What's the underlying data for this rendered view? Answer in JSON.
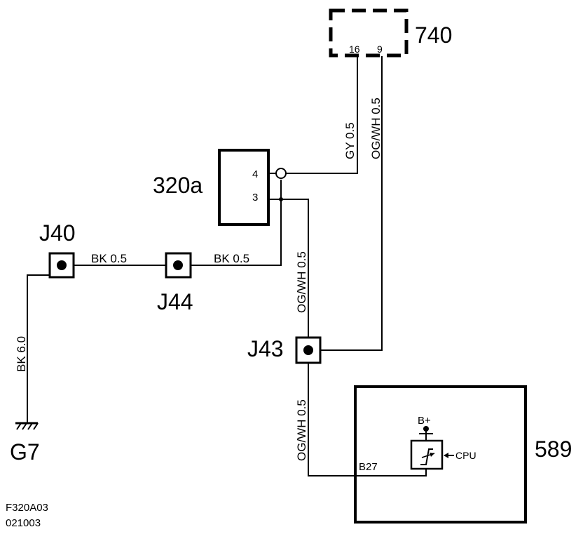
{
  "components": {
    "c740": {
      "label": "740",
      "pin16": "16",
      "pin9": "9"
    },
    "c320a": {
      "label": "320a",
      "pin4": "4",
      "pin3": "3"
    },
    "c589": {
      "label": "589",
      "bplus": "B+",
      "cpu": "CPU",
      "pin": "B27"
    }
  },
  "junctions": {
    "j40": "J40",
    "j44": "J44",
    "j43": "J43"
  },
  "ground": {
    "label": "G7"
  },
  "wires": {
    "gy": "GY  0.5",
    "og_740": "OG/WH  0.5",
    "og_upper": "OG/WH  0.5",
    "og_lower": "OG/WH  0.5",
    "bk_j40_j44": "BK   0.5",
    "bk_j44_320a": "BK   0.5",
    "bk_ground": "BK  6.0"
  },
  "footer": {
    "figure_id": "F320A03",
    "date_code": "021003"
  }
}
